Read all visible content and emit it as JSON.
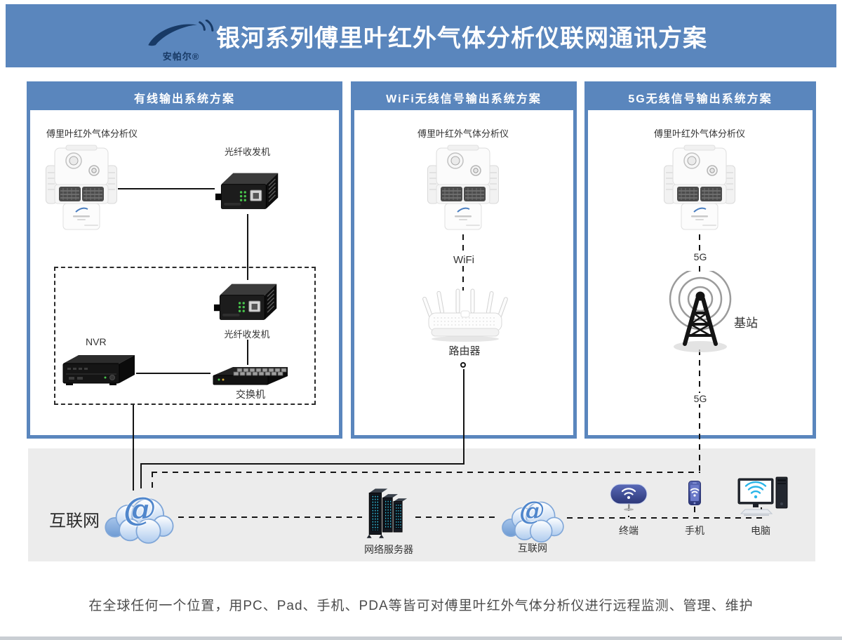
{
  "banner": {
    "logo_text": "安帕尔®",
    "title": "银河系列傅里叶红外气体分析仪联网通讯方案"
  },
  "panels": [
    {
      "header": "有线输出系统方案",
      "analyzer_label": "傅里叶红外气体分析仪",
      "transceiver_top_label": "光纤收发机",
      "transceiver_box_label": "光纤收发机",
      "nvr_label": "NVR",
      "switch_label": "交换机"
    },
    {
      "header": "WiFi无线信号输出系统方案",
      "analyzer_label": "傅里叶红外气体分析仪",
      "wifi_label": "WiFi",
      "router_label": "路由器"
    },
    {
      "header": "5G无线信号输出系统方案",
      "analyzer_label": "傅里叶红外气体分析仪",
      "g5_top_label": "5G",
      "station_label": "基站",
      "g5_bottom_label": "5G"
    }
  ],
  "bottom": {
    "internet_left_label": "互联网",
    "server_label": "网络服务器",
    "internet_right_label": "互联网",
    "terminal_label": "终端",
    "phone_label": "手机",
    "computer_label": "电脑",
    "at_glyph": "@"
  },
  "caption": "在全球任何一个位置，用PC、Pad、手机、PDA等皆可对傅里叶红外气体分析仪进行远程监测、管理、维护",
  "icons": {
    "brand_logo": "swoosh-signal-logo",
    "analyzer": "gas-analyzer",
    "fiber_transceiver": "media-converter",
    "nvr": "nvr-recorder",
    "switch": "ethernet-switch",
    "router": "six-antenna-router",
    "base_station": "radio-tower",
    "cloud": "cloud-at-internet",
    "server": "server-racks",
    "terminal": "wifi-terminal",
    "phone": "smartphone",
    "computer": "desktop-pc"
  },
  "colors": {
    "banner_blue": "#5a86bd",
    "panel_blue": "#5a86bd",
    "band_gray": "#ececec",
    "line_dark": "#141414",
    "logo_navy": "#183a66",
    "accent_blue": "#4f86cc"
  }
}
